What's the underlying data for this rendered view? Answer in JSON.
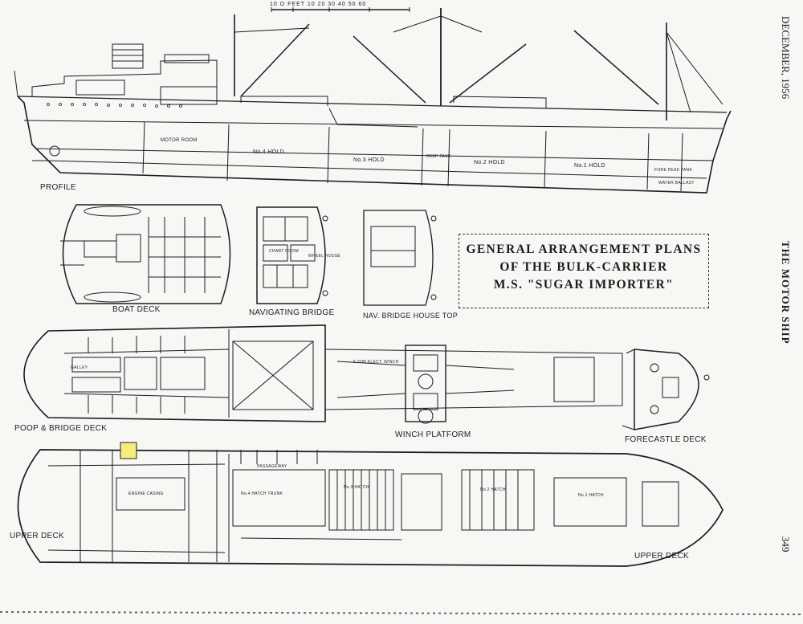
{
  "scale": {
    "text": "10   O FEET 10    20    30    40    50    60"
  },
  "title": {
    "line1": "GENERAL ARRANGEMENT PLANS",
    "line2": "OF THE BULK-CARRIER",
    "line3": "M.S. \"SUGAR IMPORTER\""
  },
  "margin": {
    "date": "DECEMBER, 1956",
    "journal": "THE MOTOR SHIP",
    "page": "349"
  },
  "views": {
    "profile": "PROFILE",
    "boat_deck": "BOAT DECK",
    "navigating_bridge": "NAVIGATING BRIDGE",
    "nav_bridge_top": "NAV. BRIDGE HOUSE TOP",
    "poop_bridge_deck": "POOP & BRIDGE DECK",
    "winch_platform": "WINCH PLATFORM",
    "forecastle_deck": "FORECASTLE DECK",
    "upper_deck_left": "UPPER DECK",
    "upper_deck_right": "UPPER DECK"
  },
  "profile_labels": {
    "hold4": "No.4 HOLD",
    "hold3": "No.3 HOLD",
    "hold2": "No.2 HOLD",
    "hold1": "No.1 HOLD",
    "motor_room": "MOTOR ROOM",
    "deep_tank": "DEEP TANK",
    "fore_peak": "FORE PEAK TANK",
    "water_ballast": "WATER BALLAST"
  },
  "deck_labels": {
    "hatch4": "No.4 HATCH TRUNK",
    "hatch3": "No.3 HATCH",
    "hatch2": "No.2 HATCH",
    "hatch1": "No.1 HATCH",
    "engine_casing": "ENGINE CASING",
    "passageway": "PASSAGEWAY",
    "galley": "GALLEY",
    "wheel_house": "WHEEL HOUSE",
    "chart_room": "CHART ROOM",
    "winch": "5 TON ELECT. WINCH"
  },
  "colors": {
    "highlight": "#f3ee7a",
    "ink": "#1c1c1c",
    "paper": "#f7f7f4"
  }
}
